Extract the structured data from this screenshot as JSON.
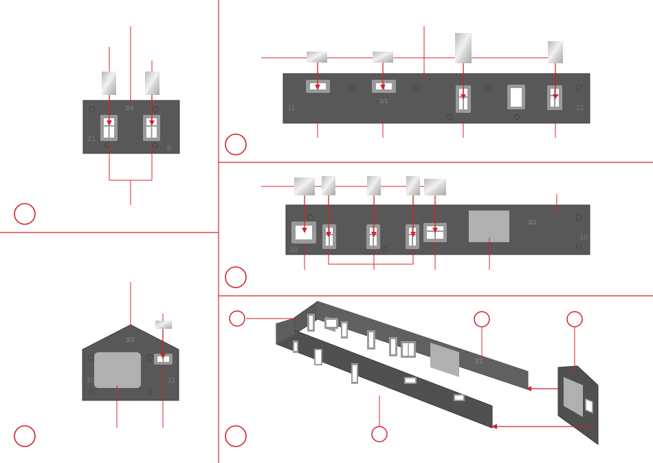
{
  "colors": {
    "accent_red": "#d4202a",
    "wall_gray": "#5a5a5a",
    "wall_gray_dark": "#4a4a4a",
    "window_frame": "#9a9a9a",
    "glazing": "#c8c8c8",
    "page_bg": "#ffffff"
  },
  "panel_tl": {
    "part_label": "3/4",
    "corner_left": "21",
    "corner_right": "8"
  },
  "panel_tr": {
    "part_label": "3/1",
    "corner_left": "11",
    "corner_right": "21"
  },
  "panel_mr": {
    "part_label": "3/2",
    "corner_left": "10",
    "corner_right": "10"
  },
  "panel_bl": {
    "part_label": "3/3",
    "corner_left": "10",
    "corner_right": "11"
  },
  "panel_br": {
    "side_label": "3/2"
  },
  "icons": [
    "step-circle-icon",
    "glazing-insert-icon",
    "arrow-icon"
  ]
}
